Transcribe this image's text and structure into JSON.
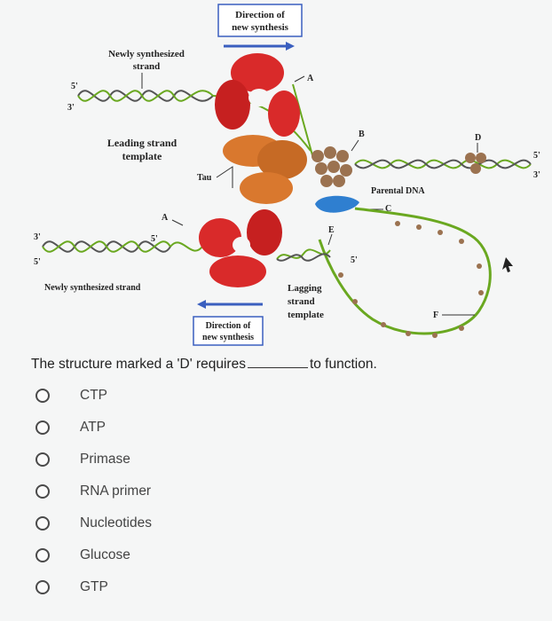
{
  "figure": {
    "labels": {
      "direction_top_line1": "Direction of",
      "direction_top_line2": "new synthesis",
      "newly_top_line1": "Newly synthesized",
      "newly_top_line2": "strand",
      "leading_line1": "Leading strand",
      "leading_line2": "template",
      "tau": "Tau",
      "parental_dna": "Parental DNA",
      "newly_bottom": "Newly synthesized strand",
      "lagging_line1": "Lagging",
      "lagging_line2": "strand",
      "lagging_line3": "template",
      "direction_bottom_line1": "Direction of",
      "direction_bottom_line2": "new synthesis",
      "letter_a_top": "A",
      "letter_a_mid": "A",
      "letter_b": "B",
      "letter_c": "C",
      "letter_d": "D",
      "letter_e": "E",
      "letter_f": "F",
      "five_prime": "5'",
      "three_prime": "3'"
    },
    "colors": {
      "clamp_red": "#d92a2a",
      "helicase_brown": "#b9895f",
      "primase_blue": "#2f7fd0",
      "tau_orange": "#d9782e",
      "dna_green": "#6aa820",
      "box_border": "#3a5fbf",
      "arrow_blue": "#3a5fbf"
    }
  },
  "question": {
    "before": "The structure marked a 'D' requires",
    "after": "to function."
  },
  "options": [
    "CTP",
    "ATP",
    "Primase",
    "RNA primer",
    "Nucleotides",
    "Glucose",
    "GTP"
  ]
}
